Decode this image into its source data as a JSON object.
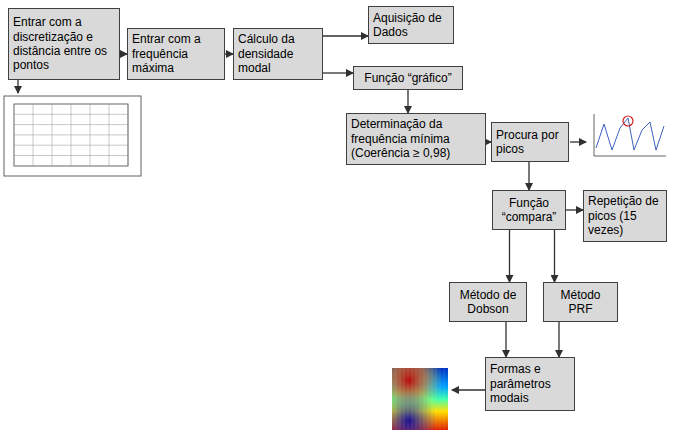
{
  "diagram": {
    "nodes": [
      {
        "text": [
          "Entrar com a discretização e distância entre os pontos"
        ]
      },
      {
        "text": [
          "Entrar com a frequência máxima"
        ]
      },
      {
        "text": [
          "Cálculo da densidade modal"
        ]
      },
      {
        "text": [
          "Aquisição de Dados"
        ]
      },
      {
        "text": [
          "Função “gráfico”"
        ]
      },
      {
        "text": [
          "Determinação da frequência mínima (Coerência ≥ 0,98)"
        ]
      },
      {
        "text": [
          "Procura por picos"
        ]
      },
      {
        "text": [
          "Função “compara”"
        ]
      },
      {
        "text": [
          "Repetição de picos (15 vezes)"
        ]
      },
      {
        "text": [
          "Método de Dobson"
        ]
      },
      {
        "text": [
          "Método PRF"
        ]
      },
      {
        "text": [
          "Formas e parâmetros modais"
        ]
      }
    ],
    "edges": [
      {
        "from": 0,
        "to": 1,
        "arrow": "to"
      },
      {
        "from": 1,
        "to": 2,
        "arrow": "to"
      },
      {
        "from": 2,
        "to": 3,
        "arrow": "to"
      },
      {
        "from": 2,
        "to": 4,
        "arrow": "to"
      },
      {
        "from": 4,
        "to": 5,
        "arrow": "to"
      },
      {
        "from": 5,
        "to": 6,
        "arrow": "to"
      },
      {
        "from": 6,
        "to": 7,
        "arrow": "to"
      },
      {
        "from": 7,
        "to": 8,
        "arrow": "to"
      },
      {
        "from": 7,
        "to": 9,
        "arrow": "to"
      },
      {
        "from": 7,
        "to": 10,
        "arrow": "to"
      },
      {
        "from": 9,
        "to": 11,
        "arrow": "to"
      },
      {
        "from": 10,
        "to": 11,
        "arrow": "to"
      }
    ]
  }
}
